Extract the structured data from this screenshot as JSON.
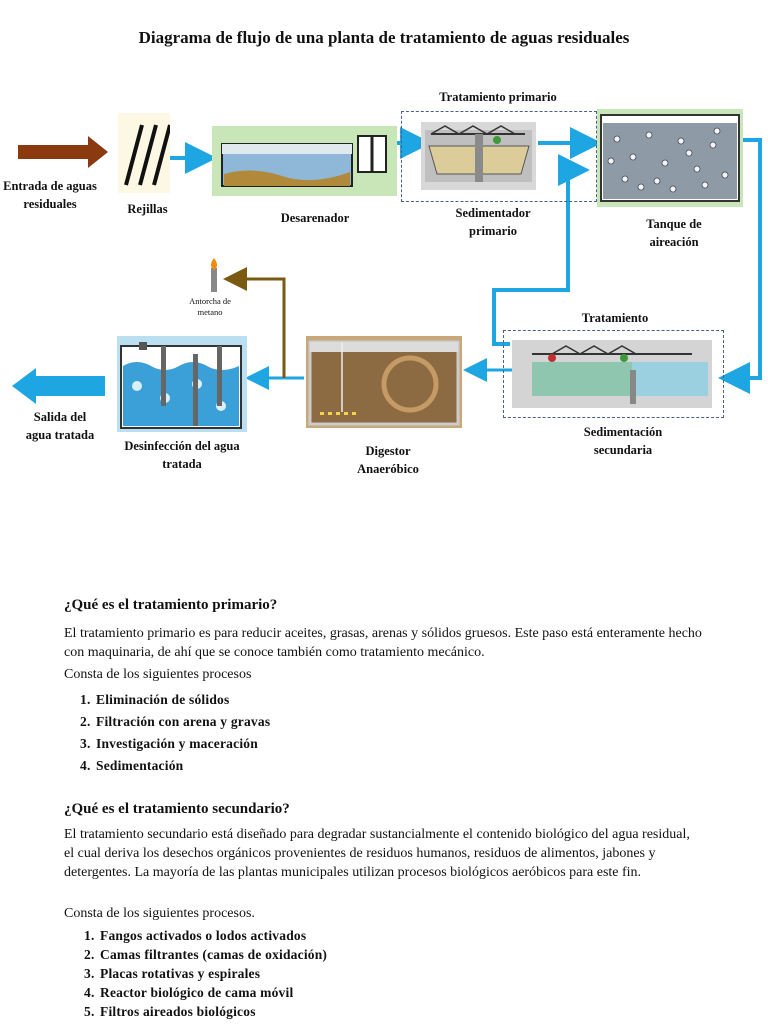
{
  "title": "Diagrama de flujo de una planta de tratamiento de aguas residuales",
  "diagram": {
    "entrada": "Entrada de aguas residuales",
    "rejillas": "Rejillas",
    "desarenador": "Desarenador",
    "tratamiento_primario": "Tratamiento primario",
    "sedimentador_primario": "Sedimentador primario",
    "tanque_aireacion": "Tanque de aireación",
    "antorcha": "Antorcha de metano",
    "tratamiento": "Tratamiento",
    "digestor": "Digestor Anaeróbico",
    "desinfeccion": "Desinfección del agua tratada",
    "sedimentacion_secundaria": "Sedimentación secundaria",
    "salida": "Salida del agua tratada"
  },
  "primario": {
    "heading": "¿Qué es el tratamiento primario?",
    "paragraph": "El tratamiento primario es para reducir aceites, grasas, arenas y sólidos gruesos. Este paso está enteramente hecho con maquinaria, de ahí que se conoce también como tratamiento mecánico.",
    "intro": "Consta de los siguientes procesos",
    "items": [
      "Eliminación de sólidos",
      "Filtración con arena y gravas",
      "Investigación y maceración",
      "Sedimentación"
    ]
  },
  "secundario": {
    "heading": "¿Qué es el tratamiento secundario?",
    "paragraph": "El tratamiento secundario está diseñado para degradar sustancialmente el contenido biológico del agua residual, el cual deriva los desechos orgánicos provenientes de residuos humanos, residuos de alimentos, jabones y detergentes. La mayoría de las plantas municipales utilizan procesos biológicos aeróbicos para este fin.",
    "intro": "Consta de los siguientes procesos.",
    "items": [
      "Fangos activados o lodos activados",
      "Camas filtrantes (camas de oxidación)",
      "Placas rotativas y espirales",
      "Reactor biológico de cama móvil",
      "Filtros aireados biológicos"
    ]
  },
  "colors": {
    "flow_arrow": "#1ea6e2",
    "input_arrow": "#8b3a10",
    "gas_arrow": "#7a5a10",
    "dashed_border": "#4a5f86"
  }
}
